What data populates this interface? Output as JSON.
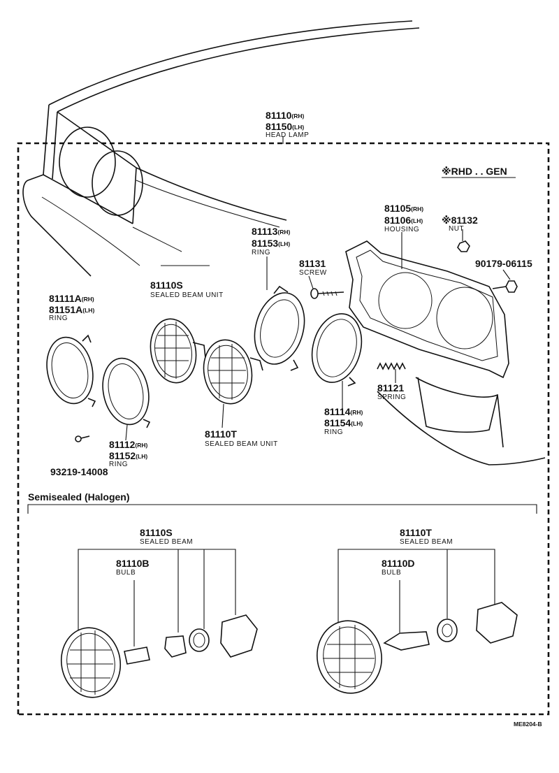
{
  "labels": {
    "head_lamp": {
      "num1": "81110",
      "sub1": "(RH)",
      "num2": "81150",
      "sub2": "(LH)",
      "desc": "HEAD LAMP"
    },
    "rhd_note": "※RHD . . GEN",
    "housing": {
      "num1": "81105",
      "sub1": "(RH)",
      "num2": "81106",
      "sub2": "(LH)",
      "desc": "HOUSING"
    },
    "nut": {
      "num": "※81132",
      "desc": "NUT"
    },
    "outer_ring": {
      "num1": "81113",
      "sub1": "(RH)",
      "num2": "81153",
      "sub2": "(LH)",
      "desc": "RING"
    },
    "screw": {
      "num": "81131",
      "desc": "SCREW"
    },
    "housing_screw": {
      "num": "90179-06115"
    },
    "sealed_beam_s": {
      "num": "81110S",
      "desc": "SEALED BEAM UNIT"
    },
    "ring_a": {
      "num1": "81111A",
      "sub1": "(RH)",
      "num2": "81151A",
      "sub2": "(LH)",
      "desc": "RING"
    },
    "spring": {
      "num": "81121",
      "desc": "SPRING"
    },
    "inner_ring": {
      "num1": "81114",
      "sub1": "(RH)",
      "num2": "81154",
      "sub2": "(LH)",
      "desc": "RING"
    },
    "sealed_beam_t": {
      "num": "81110T",
      "desc": "SEALED BEAM UNIT"
    },
    "ring_b": {
      "num1": "81112",
      "sub1": "(RH)",
      "num2": "81152",
      "sub2": "(LH)",
      "desc": "RING"
    },
    "bolt": {
      "num": "93219-14008"
    },
    "semisealed_title": "Semisealed (Halogen)",
    "semi_s": {
      "num": "81110S",
      "desc": "SEALED BEAM"
    },
    "bulb_b": {
      "num": "81110B",
      "desc": "BULB"
    },
    "semi_t": {
      "num": "81110T",
      "desc": "SEALED BEAM"
    },
    "bulb_d": {
      "num": "81110D",
      "desc": "BULB"
    },
    "diagram_code": "ME8204-B"
  }
}
